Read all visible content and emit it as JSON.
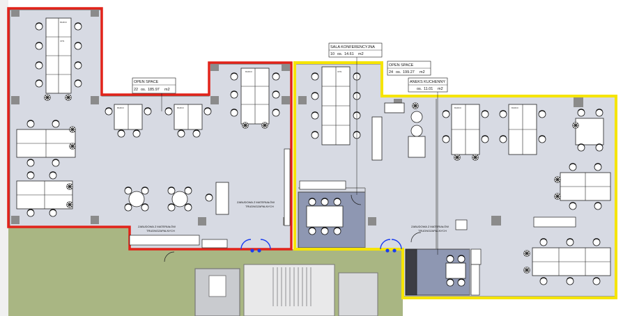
{
  "colors": {
    "floor": "#d7dae3",
    "lawn": "#a9b683",
    "zone_a": "#e2231a",
    "zone_b": "#f5e400",
    "wall": "#6e6e6e",
    "meeting_fill": "#8e97b2"
  },
  "labels": {
    "open_space_a_title": "OPEN SPACE",
    "open_space_a_count": "22",
    "open_space_a_area": "185.97",
    "conference_title": "SALA KONFERENCYJNA",
    "conference_count": "10",
    "conference_area": "14.61",
    "open_space_b_title": "OPEN SPACE",
    "open_space_b_count": "24",
    "open_space_b_area": "199.27",
    "kitchen_title": "ANEKS KUCHENNY",
    "kitchen_count": "",
    "kitchen_area": "11.01",
    "unit_people": "os.",
    "unit_area": "m2",
    "cabinet_note_line1": "ZABUDOWA Z MATERIAŁÓW",
    "cabinet_note_line2": "TRUDNOZAPALNYCH",
    "desk_tag_a": "BIURKO",
    "desk_tag_b": "OPIS"
  }
}
